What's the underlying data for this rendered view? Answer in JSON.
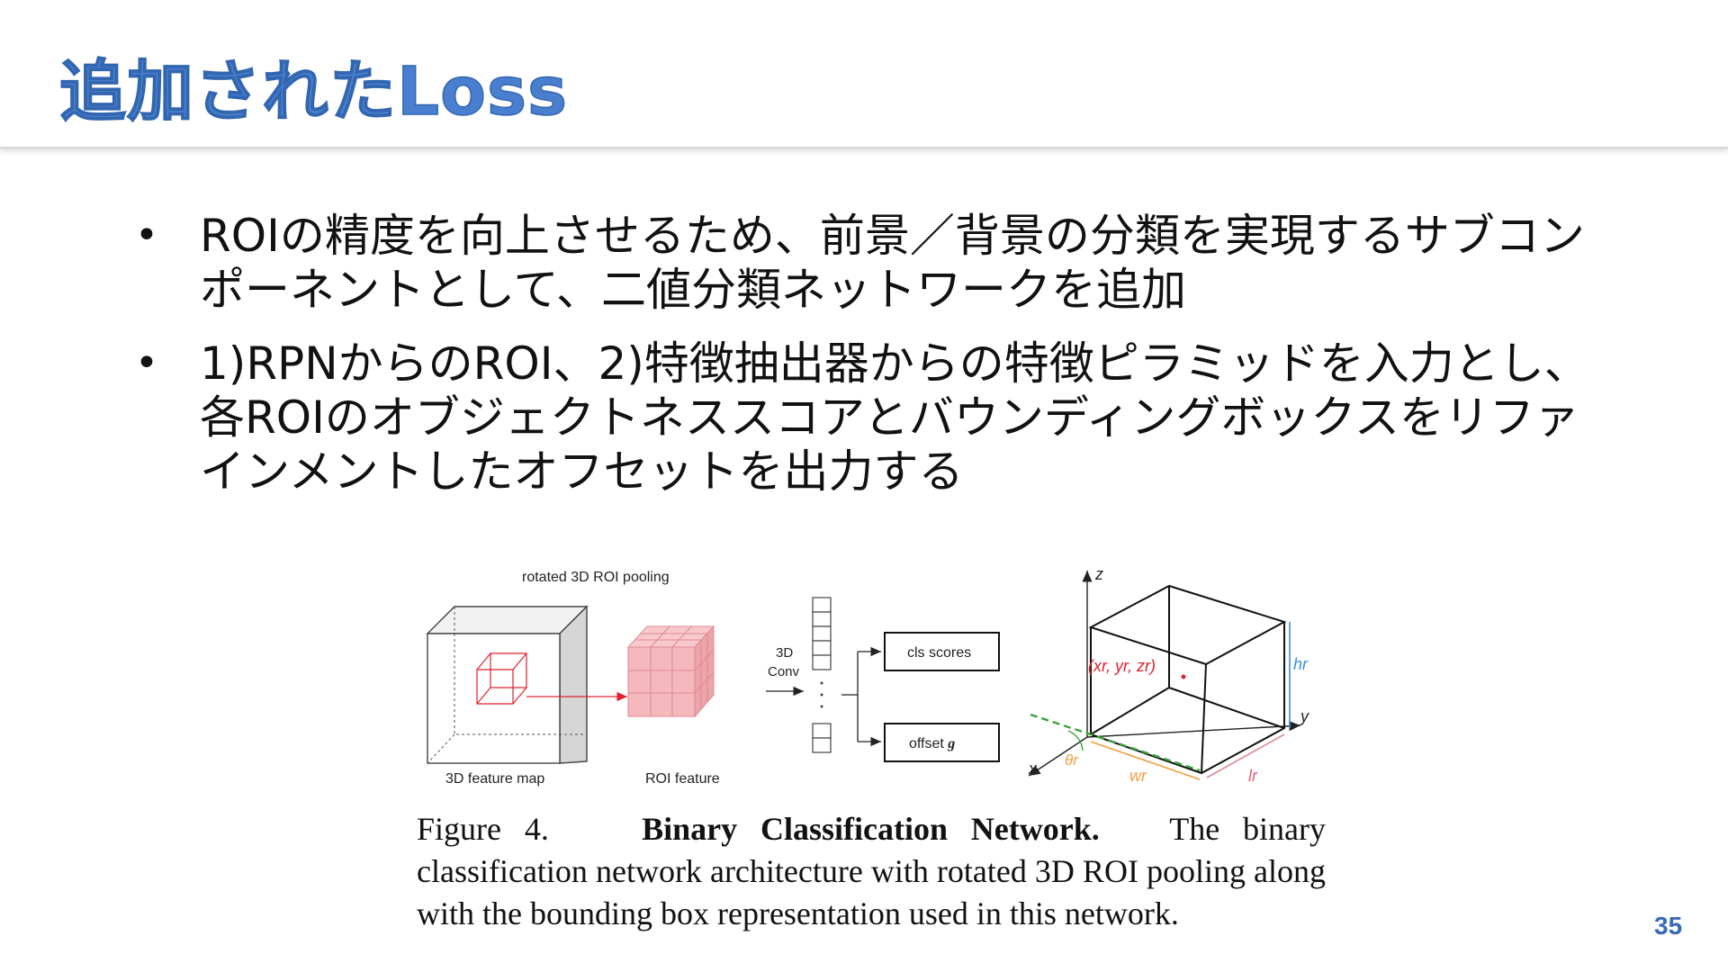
{
  "slide": {
    "title": "追加されたLoss",
    "page_number": "35"
  },
  "bullets": [
    {
      "marker": "•",
      "text": "ROIの精度を向上させるため、前景／背景の分類を実現するサブコンポーネントとして、二値分類ネットワークを追加"
    },
    {
      "marker": "•",
      "text": "1)RPNからのROI、2)特徴抽出器からの特徴ピラミッドを入力とし、各ROIのオブジェクトネススコアとバウンディングボックスをリファインメントしたオフセットを出力する"
    }
  ],
  "figure": {
    "pooling_label": "rotated 3D ROI pooling",
    "feature_map_label": "3D feature map",
    "roi_feature_label": "ROI feature",
    "conv_label_line1": "3D",
    "conv_label_line2": "Conv",
    "cls_scores_label": "cls scores",
    "offset_label_prefix": "offset ",
    "offset_label_var": "g",
    "axis_z": "z",
    "axis_y": "y",
    "axis_x": "x",
    "center_label": "(xr, yr, zr)",
    "theta_label": "θr",
    "w_label": "wr",
    "l_label": "lr",
    "h_label": "hr",
    "colors": {
      "roi_fill": "#f4b8bd",
      "roi_stroke": "#e08a92",
      "red": "#e0202c",
      "orange": "#f0a040",
      "green": "#3aa53a",
      "blue": "#3a8fd8",
      "gray_fill": "#e6e6e6"
    }
  },
  "caption": {
    "figure_label": "Figure 4.",
    "bold_title": "Binary Classification Network.",
    "text": "The binary classification network architecture with rotated 3D ROI pooling along with the bounding box representation used in this network."
  }
}
